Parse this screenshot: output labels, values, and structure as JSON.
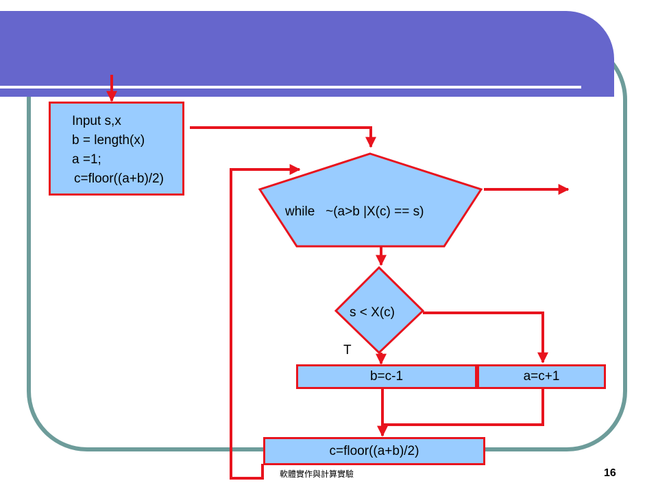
{
  "slide": {
    "init_block": {
      "lines": [
        "Input s,x",
        "b = length(x)",
        "a =1;",
        "c=floor((a+b)/2)"
      ]
    },
    "loop": {
      "label": "while   ~(a>b |X(c) == s)"
    },
    "decision": {
      "label": "s < X(c)",
      "true_label": "T"
    },
    "true_branch": {
      "label": "b=c-1"
    },
    "false_branch": {
      "label": "a=c+1"
    },
    "update": {
      "label": "c=floor((a+b)/2)"
    },
    "footer": {
      "course": "軟體實作與計算實驗",
      "page": "16"
    }
  },
  "colors": {
    "banner": "#6666cc",
    "frame": "#6d9c9a",
    "shape_fill": "#99ccff",
    "connector": "#e8141e"
  }
}
